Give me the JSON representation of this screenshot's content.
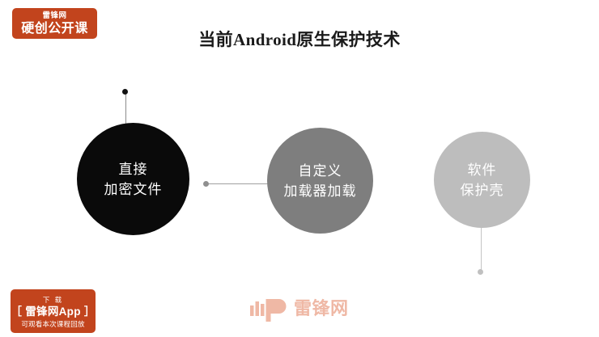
{
  "slide": {
    "title": "当前Android原生保护技术",
    "background_color": "#ffffff"
  },
  "brand_badge": {
    "name": "雷锋网",
    "program": "硬创公开课",
    "background_color": "#c2441d",
    "text_color": "#ffffff"
  },
  "diagram": {
    "nodes": [
      {
        "id": "node-1",
        "line1": "直接",
        "line2": "加密文件",
        "fill_color": "#0a0a0a",
        "text_color": "#ffffff"
      },
      {
        "id": "node-2",
        "line1": "自定义",
        "line2": "加载器加载",
        "fill_color": "#7e7e7e",
        "text_color": "#ffffff"
      },
      {
        "id": "node-3",
        "line1": "软件",
        "line2": "保护壳",
        "fill_color": "#bdbdbd",
        "text_color": "#ffffff"
      }
    ],
    "connector_color": "#9a9a9a"
  },
  "download_button": {
    "top_label": "下 载",
    "main_label": "［ 雷锋网App ］",
    "sub_label": "可观看本次课程回放",
    "background_color": "#c2441d",
    "text_color": "#ffffff"
  },
  "watermark": {
    "text": "雷锋网",
    "icon": "leiphone-bars-logo",
    "color": "#efb8a5"
  }
}
